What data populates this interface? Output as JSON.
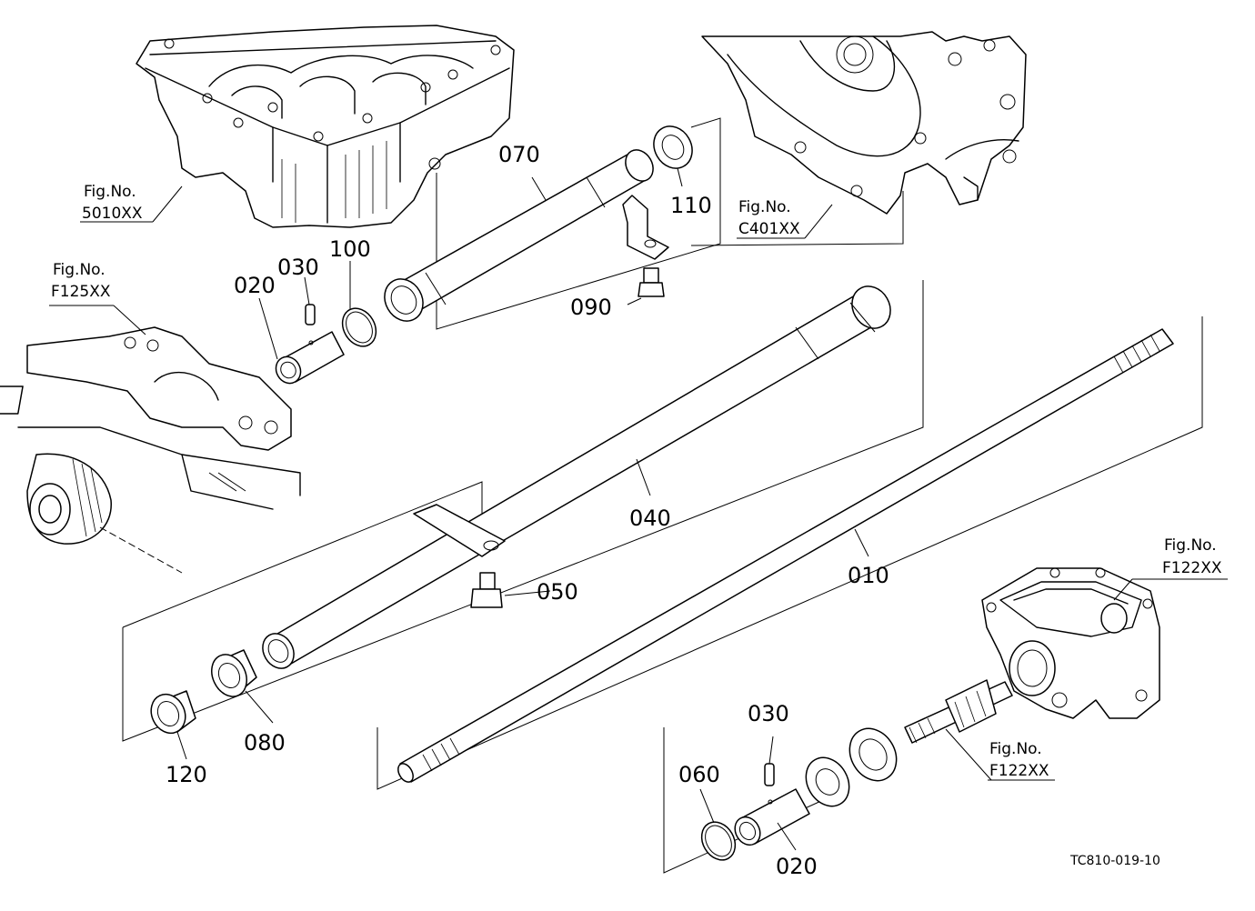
{
  "figure_refs": {
    "top_left_casing": {
      "prefix": "Fig.No.",
      "code": "5010XX"
    },
    "top_right_housing": {
      "prefix": "Fig.No.",
      "code": "C401XX"
    },
    "left_bracket": {
      "prefix": "Fig.No.",
      "code": "F125XX"
    },
    "right_gearbox": {
      "prefix": "Fig.No.",
      "code": "F122XX"
    },
    "right_shaft": {
      "prefix": "Fig.No.",
      "code": "F122XX"
    }
  },
  "parts": {
    "p010": "010",
    "p020_top": "020",
    "p020_bottom": "020",
    "p030_top": "030",
    "p030_bottom": "030",
    "p040": "040",
    "p050": "050",
    "p060": "060",
    "p070": "070",
    "p080": "080",
    "p090": "090",
    "p100": "100",
    "p110": "110",
    "p120": "120"
  },
  "drawing_code": "TC810-019-10"
}
